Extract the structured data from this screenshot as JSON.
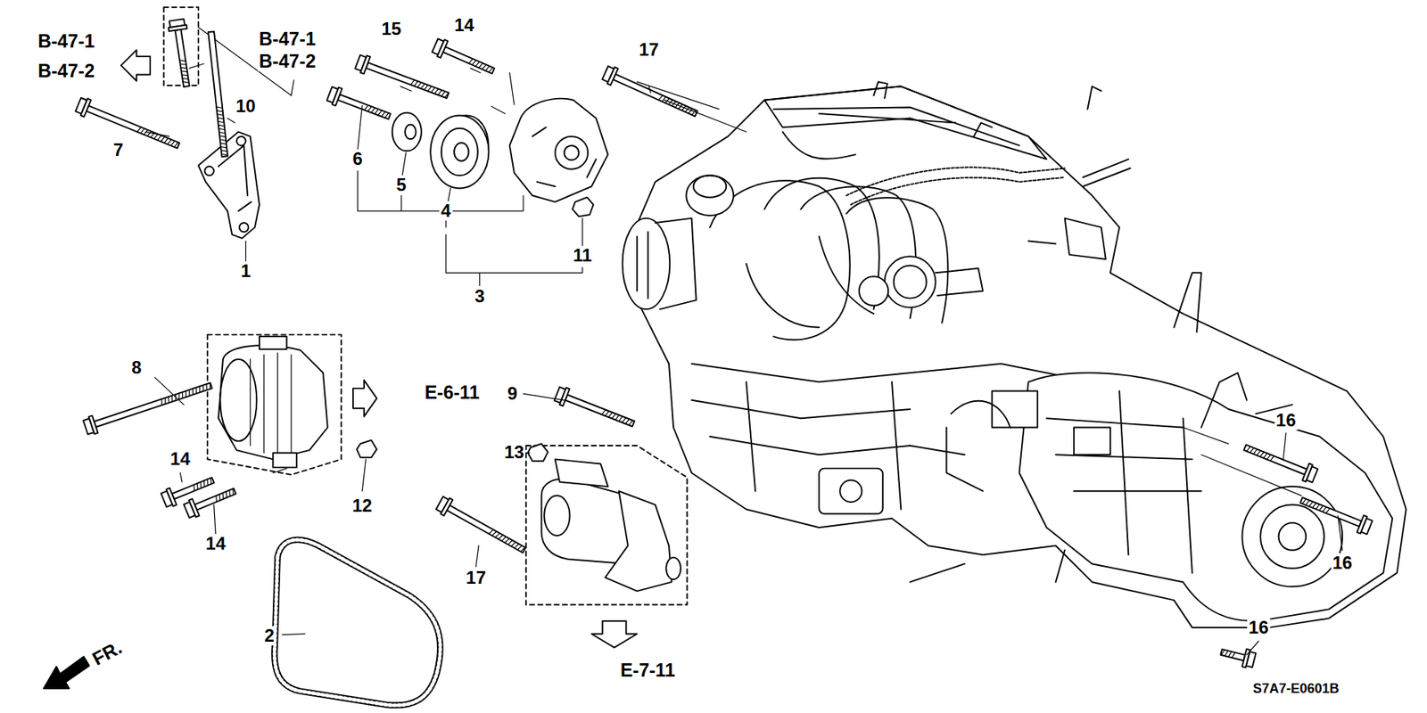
{
  "diagram": {
    "labels": [
      "B-47-1",
      "B-47-2",
      "B-47-1",
      "B-47-2",
      "15",
      "14",
      "17",
      "10",
      "7",
      "6",
      "5",
      "4",
      "1",
      "11",
      "3",
      "8",
      "E-6-11",
      "9",
      "13",
      "14",
      "12",
      "14",
      "17",
      "2",
      "E-7-11",
      "FR.",
      "16",
      "16",
      "16",
      "S7A7-E0601B"
    ]
  }
}
